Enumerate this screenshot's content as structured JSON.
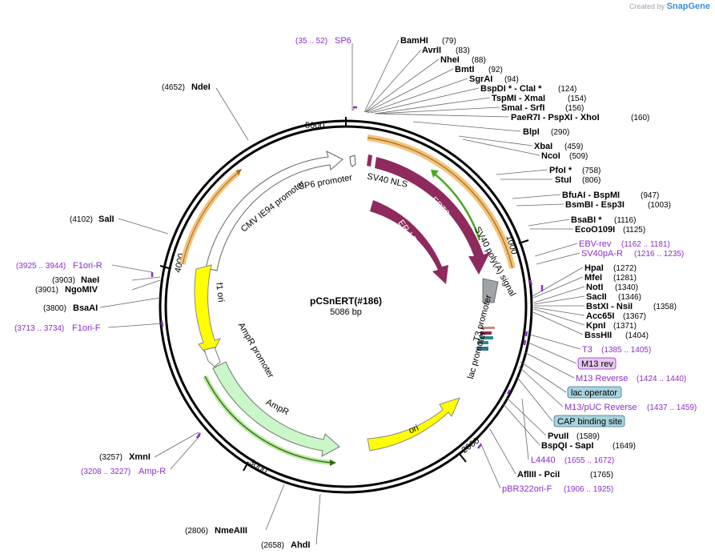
{
  "credit": {
    "prefix": "Created by",
    "brand": "SnapGene"
  },
  "plasmid": {
    "name": "pCSnERT(#186)",
    "length": "5086 bp"
  },
  "ticks": [
    "1000",
    "2000",
    "3000",
    "4000",
    "5000"
  ],
  "features": [
    {
      "label": "SP6 promoter"
    },
    {
      "label": "SV40 NLS"
    },
    {
      "label": "ERT2"
    },
    {
      "label": "ER-LBD"
    },
    {
      "label": "SV40 poly(A) signal"
    },
    {
      "label": "CMV IE94 promoter"
    },
    {
      "label": "f1 ori"
    },
    {
      "label": "AmpR promoter"
    },
    {
      "label": "AmpR"
    },
    {
      "label": "ori"
    },
    {
      "label": "T3 promoter"
    },
    {
      "label": "lac promoter"
    }
  ],
  "right_sites": [
    {
      "name": "BamHI",
      "pos": "(79)"
    },
    {
      "name": "AvrII",
      "pos": "(83)"
    },
    {
      "name": "NheI",
      "pos": "(88)"
    },
    {
      "name": "BmtI",
      "pos": "(92)"
    },
    {
      "name": "SgrAI",
      "pos": "(94)"
    },
    {
      "name": "BspDI *  -  ClaI *",
      "pos": "(124)"
    },
    {
      "name": "TspMI   -  XmaI",
      "pos": "(154)"
    },
    {
      "name": "SmaI   -  SrfI",
      "pos": "(156)"
    },
    {
      "name": "PaeR7I   -  PspXI   -  XhoI",
      "pos": "(160)"
    },
    {
      "name": "BlpI",
      "pos": "(290)"
    },
    {
      "name": "XbaI",
      "pos": "(459)"
    },
    {
      "name": "NcoI",
      "pos": "(509)"
    },
    {
      "name": "PfoI *",
      "pos": "(758)"
    },
    {
      "name": "StuI",
      "pos": "(806)"
    },
    {
      "name": "BfuAI   -  BspMI",
      "pos": "(947)"
    },
    {
      "name": "BsmBI   -  Esp3I",
      "pos": "(1003)"
    },
    {
      "name": "BsaBI *",
      "pos": "(1116)"
    },
    {
      "name": "EcoO109I",
      "pos": "(1125)"
    },
    {
      "name": "HpaI",
      "pos": "(1272)"
    },
    {
      "name": "MfeI",
      "pos": "(1281)"
    },
    {
      "name": "NotI",
      "pos": "(1340)"
    },
    {
      "name": "SacII",
      "pos": "(1346)"
    },
    {
      "name": "BstXI   -  NsiI",
      "pos": "(1358)"
    },
    {
      "name": "Acc65I",
      "pos": "(1367)"
    },
    {
      "name": "KpnI",
      "pos": "(1371)"
    },
    {
      "name": "BssHII",
      "pos": "(1404)"
    },
    {
      "name": "PvuII",
      "pos": "(1589)"
    },
    {
      "name": "BspQI   -  SapI",
      "pos": "(1649)"
    },
    {
      "name": "AflIII   -  PciI",
      "pos": "(1765)"
    }
  ],
  "left_sites": [
    {
      "name": "NdeI",
      "pos": "(4652)"
    },
    {
      "name": "SalI",
      "pos": "(4102)"
    },
    {
      "name": "NaeI",
      "pos": "(3903)"
    },
    {
      "name": "NgoMIV",
      "pos": "(3901)"
    },
    {
      "name": "BsaAI",
      "pos": "(3800)"
    },
    {
      "name": "XmnI",
      "pos": "(3257)"
    },
    {
      "name": "NmeAIII",
      "pos": "(2806)"
    },
    {
      "name": "AhdI",
      "pos": "(2658)"
    }
  ],
  "right_primers": [
    {
      "name": "EBV-rev",
      "range": "(1162 .. 1181)"
    },
    {
      "name": "SV40pA-R",
      "range": "(1216 .. 1235)"
    },
    {
      "name": "T3",
      "range": "(1385 .. 1405)"
    },
    {
      "name": "M13 Reverse",
      "range": "(1424 .. 1440)"
    },
    {
      "name": "M13/pUC Reverse",
      "range": "(1437 .. 1459)"
    },
    {
      "name": "L4440",
      "range": "(1655 .. 1672)"
    },
    {
      "name": "pBR322ori-F",
      "range": "(1906 .. 1925)"
    }
  ],
  "left_primers": [
    {
      "name": "SP6",
      "range": "(35 .. 52)"
    },
    {
      "name": "F1ori-R",
      "range": "(3925 .. 3944)"
    },
    {
      "name": "F1ori-F",
      "range": "(3713 .. 3734)"
    },
    {
      "name": "Amp-R",
      "range": "(3208 .. 3227)"
    }
  ],
  "boxed_features": [
    {
      "name": "M13 rev",
      "color": "#e8c8f0"
    },
    {
      "name": "lac operator",
      "color": "#a9d3de"
    },
    {
      "name": "CAP binding site",
      "color": "#a9d3de"
    }
  ],
  "colors": {
    "ert2": "#8e2a5d",
    "orange_outline": "#f4c27a",
    "green_arrow": "#49a81e",
    "f1ori": "#ffff00",
    "ampr": "#c9f7c9",
    "primer": "#8d2cc8",
    "backbone": "#000000"
  }
}
